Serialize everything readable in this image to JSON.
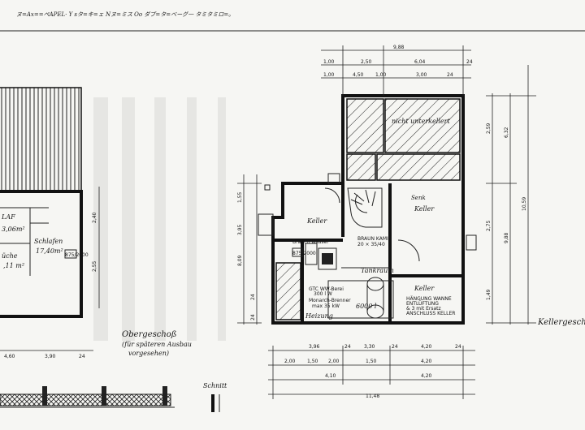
{
  "header_scribble": "ヌ=Ax==ぺAPEL· Y sタ=キ=ェ Nヌ=ミス Oo ダブ=タ=ベーグ一 タミタミロ=。",
  "labels": {
    "upper_floor_title": "Obergeschoß",
    "upper_floor_sub1": "(für späteren Ausbau",
    "upper_floor_sub2": "vorgesehen)",
    "basement_title": "Kellergesch",
    "schnitt": "Schnitt",
    "nicht_unterkellert": "nicht unterkellert",
    "keller_1": "Keller",
    "keller_2": "Keller",
    "keller_3": "Keller",
    "heizung": "Heizung",
    "oel_tank": "6000 l",
    "tankraum": "Tankraum",
    "schlafen": "Schlafen",
    "schlafen_area": "17,40m²",
    "left_area_1": "3,06m²",
    "left_area_2": ",11 m²",
    "left_room_frag": "LAF",
    "left_room_frag2": "üche",
    "brauchwasser": "Brauch Wasser",
    "brauchwasser_2": "BRAUN KAMIN",
    "brauchwasser_3": "20 × 35/40",
    "heizung_note_1": "GTC WW-Berei",
    "heizung_note_2": "300 l W",
    "heizung_note_3": "Monarch-Brenner",
    "heizung_note_4": "max 35 kW",
    "keller_note_1": "HÄNGUNG WANNE",
    "keller_note_2": "ENTLÜFTUNG",
    "keller_note_3": "& 3 mit Ersatz",
    "keller_note_4": "ANSCHLUSS KELLER",
    "hand_note": "Senk",
    "door_1": "875/2000",
    "door_2": "875/2000"
  },
  "dimensions": {
    "top_total": "9,88",
    "top_row1": [
      "2,50",
      "6,04"
    ],
    "top_row2": [
      "4,50",
      "1,00",
      "3,00"
    ],
    "top_small": [
      "1,00",
      "1,00",
      "24",
      "24"
    ],
    "right_vertical": [
      "2,59",
      "6,32",
      "2,75",
      "1,49",
      "10,59",
      "9,88"
    ],
    "left_vertical_basement": [
      "1,55",
      "3,95",
      "8,09",
      "24",
      "24"
    ],
    "left_vertical_upper": [
      "2,40",
      "2,55"
    ],
    "bottom_row1": [
      "3,96",
      "24",
      "3,30",
      "24",
      "4,20",
      "24"
    ],
    "bottom_row2": [
      "2,00",
      "1,50",
      "2,00",
      "1,50",
      "4,20"
    ],
    "bottom_row3": [
      "4,10",
      "4,20"
    ],
    "bottom_total": "11,48",
    "upper_bottom": [
      "4,60",
      "3,90",
      "24"
    ]
  }
}
